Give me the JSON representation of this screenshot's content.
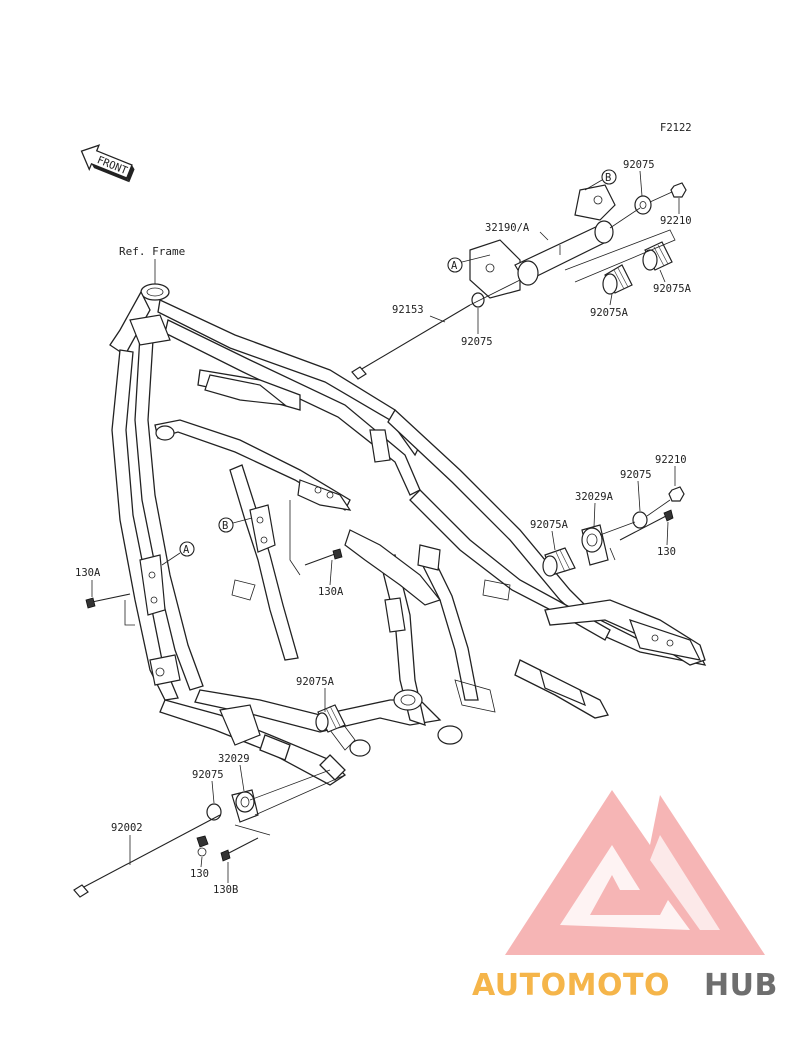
{
  "figure_code": "F2122",
  "front_label": "FRONT",
  "ref_frame": "Ref. Frame",
  "callouts": {
    "A": "A",
    "B": "B"
  },
  "parts": {
    "p92075_top": "92075",
    "p92210_top": "92210",
    "p32190A": "32190/A",
    "p92075A_top_right": "92075A",
    "p92075A_top_mid": "92075A",
    "p92153": "92153",
    "p92075_mid": "92075",
    "p92210_right": "92210",
    "p92075_right": "92075",
    "p32029A": "32029A",
    "p92075A_right": "92075A",
    "p130_right": "130",
    "p130A_left": "130A",
    "p130A_mid": "130A",
    "p92075A_bottom": "92075A",
    "p32029": "32029",
    "p92075_bottom": "92075",
    "p92002": "92002",
    "p130_bottom": "130",
    "p130B": "130B"
  },
  "watermark": {
    "part1": "AUTOMOTO",
    "part2": "HUB",
    "color_orange": "#f5b54a",
    "color_red": "#ef6b6b",
    "color_gray": "#6e6e6e",
    "color_triangle": "#f26a6a"
  }
}
